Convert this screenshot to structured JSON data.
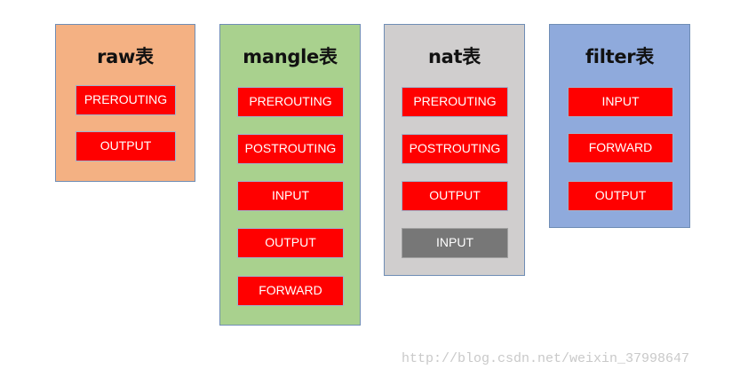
{
  "tables": {
    "raw": {
      "title": "raw表",
      "color": "#f4b183",
      "chains": [
        "PREROUTING",
        "OUTPUT"
      ]
    },
    "mangle": {
      "title": "mangle表",
      "color": "#a9d18e",
      "chains": [
        "PREROUTING",
        "POSTROUTING",
        "INPUT",
        "OUTPUT",
        "FORWARD"
      ]
    },
    "nat": {
      "title": "nat表",
      "color": "#d0cece",
      "chains": [
        "PREROUTING",
        "POSTROUTING",
        "OUTPUT",
        "INPUT"
      ]
    },
    "filter": {
      "title": "filter表",
      "color": "#8faadc",
      "chains": [
        "INPUT",
        "FORWARD",
        "OUTPUT"
      ]
    }
  },
  "chain_color": "#ff0000",
  "chain_color_inactive": "#777777",
  "watermark": "http://blog.csdn.net/weixin_37998647"
}
